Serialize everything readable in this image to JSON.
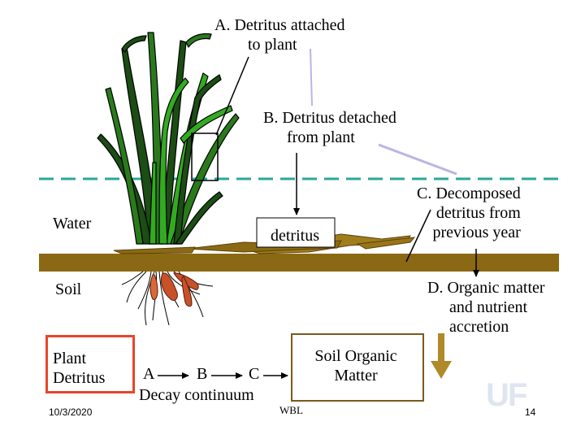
{
  "labels": {
    "a_line1": "A.  Detritus attached",
    "a_line2": "to plant",
    "b_line1": "B. Detritus detached",
    "b_line2": "from plant",
    "c_line1": "C. Decomposed",
    "c_line2": "detritus from",
    "c_line3": "previous year",
    "water": "Water",
    "detritus": "detritus",
    "soil": "Soil",
    "d_line1": "D. Organic matter",
    "d_line2": "and nutrient",
    "d_line3": "accretion"
  },
  "continuum": {
    "plant_line1": "Plant",
    "plant_line2": "Detritus",
    "step_a": "A",
    "step_b": "B",
    "step_c": "C",
    "caption": "Decay continuum",
    "soil_organic_line1": "Soil Organic",
    "soil_organic_line2": "Matter"
  },
  "footer": {
    "date": "10/3/2020",
    "author": "WBL",
    "page_number": "14",
    "logo_text": "UF"
  },
  "colors": {
    "water_line": "#2aa79a",
    "soil": "#8b6914",
    "grass_dark": "#1c4d14",
    "grass_bright": "#33aa22",
    "roots": "#c7522a",
    "plant_box": "#e8452a",
    "accretion_arrow": "#b08a2a",
    "pointer_lavender": "#b9b6e2"
  },
  "icons": [
    "grass-clump-icon",
    "roots-icon",
    "uf-logo-icon"
  ]
}
